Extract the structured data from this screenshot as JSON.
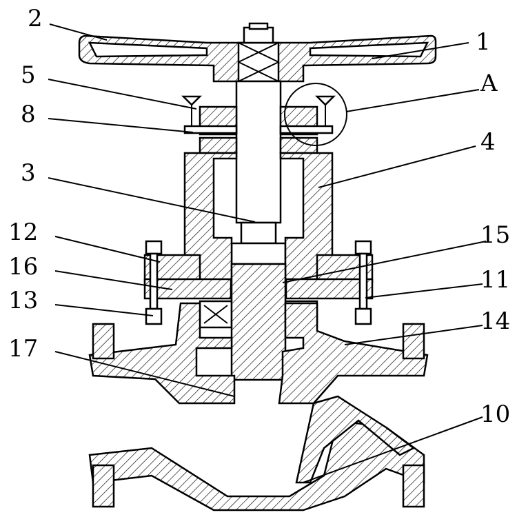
{
  "figure": {
    "labels": [
      {
        "id": "2",
        "text": "2"
      },
      {
        "id": "1",
        "text": "1"
      },
      {
        "id": "5",
        "text": "5"
      },
      {
        "id": "A",
        "text": "A"
      },
      {
        "id": "8",
        "text": "8"
      },
      {
        "id": "4",
        "text": "4"
      },
      {
        "id": "3",
        "text": "3"
      },
      {
        "id": "12",
        "text": "12"
      },
      {
        "id": "15",
        "text": "15"
      },
      {
        "id": "16",
        "text": "16"
      },
      {
        "id": "11",
        "text": "11"
      },
      {
        "id": "13",
        "text": "13"
      },
      {
        "id": "14",
        "text": "14"
      },
      {
        "id": "17",
        "text": "17"
      },
      {
        "id": "10",
        "text": "10"
      }
    ]
  }
}
